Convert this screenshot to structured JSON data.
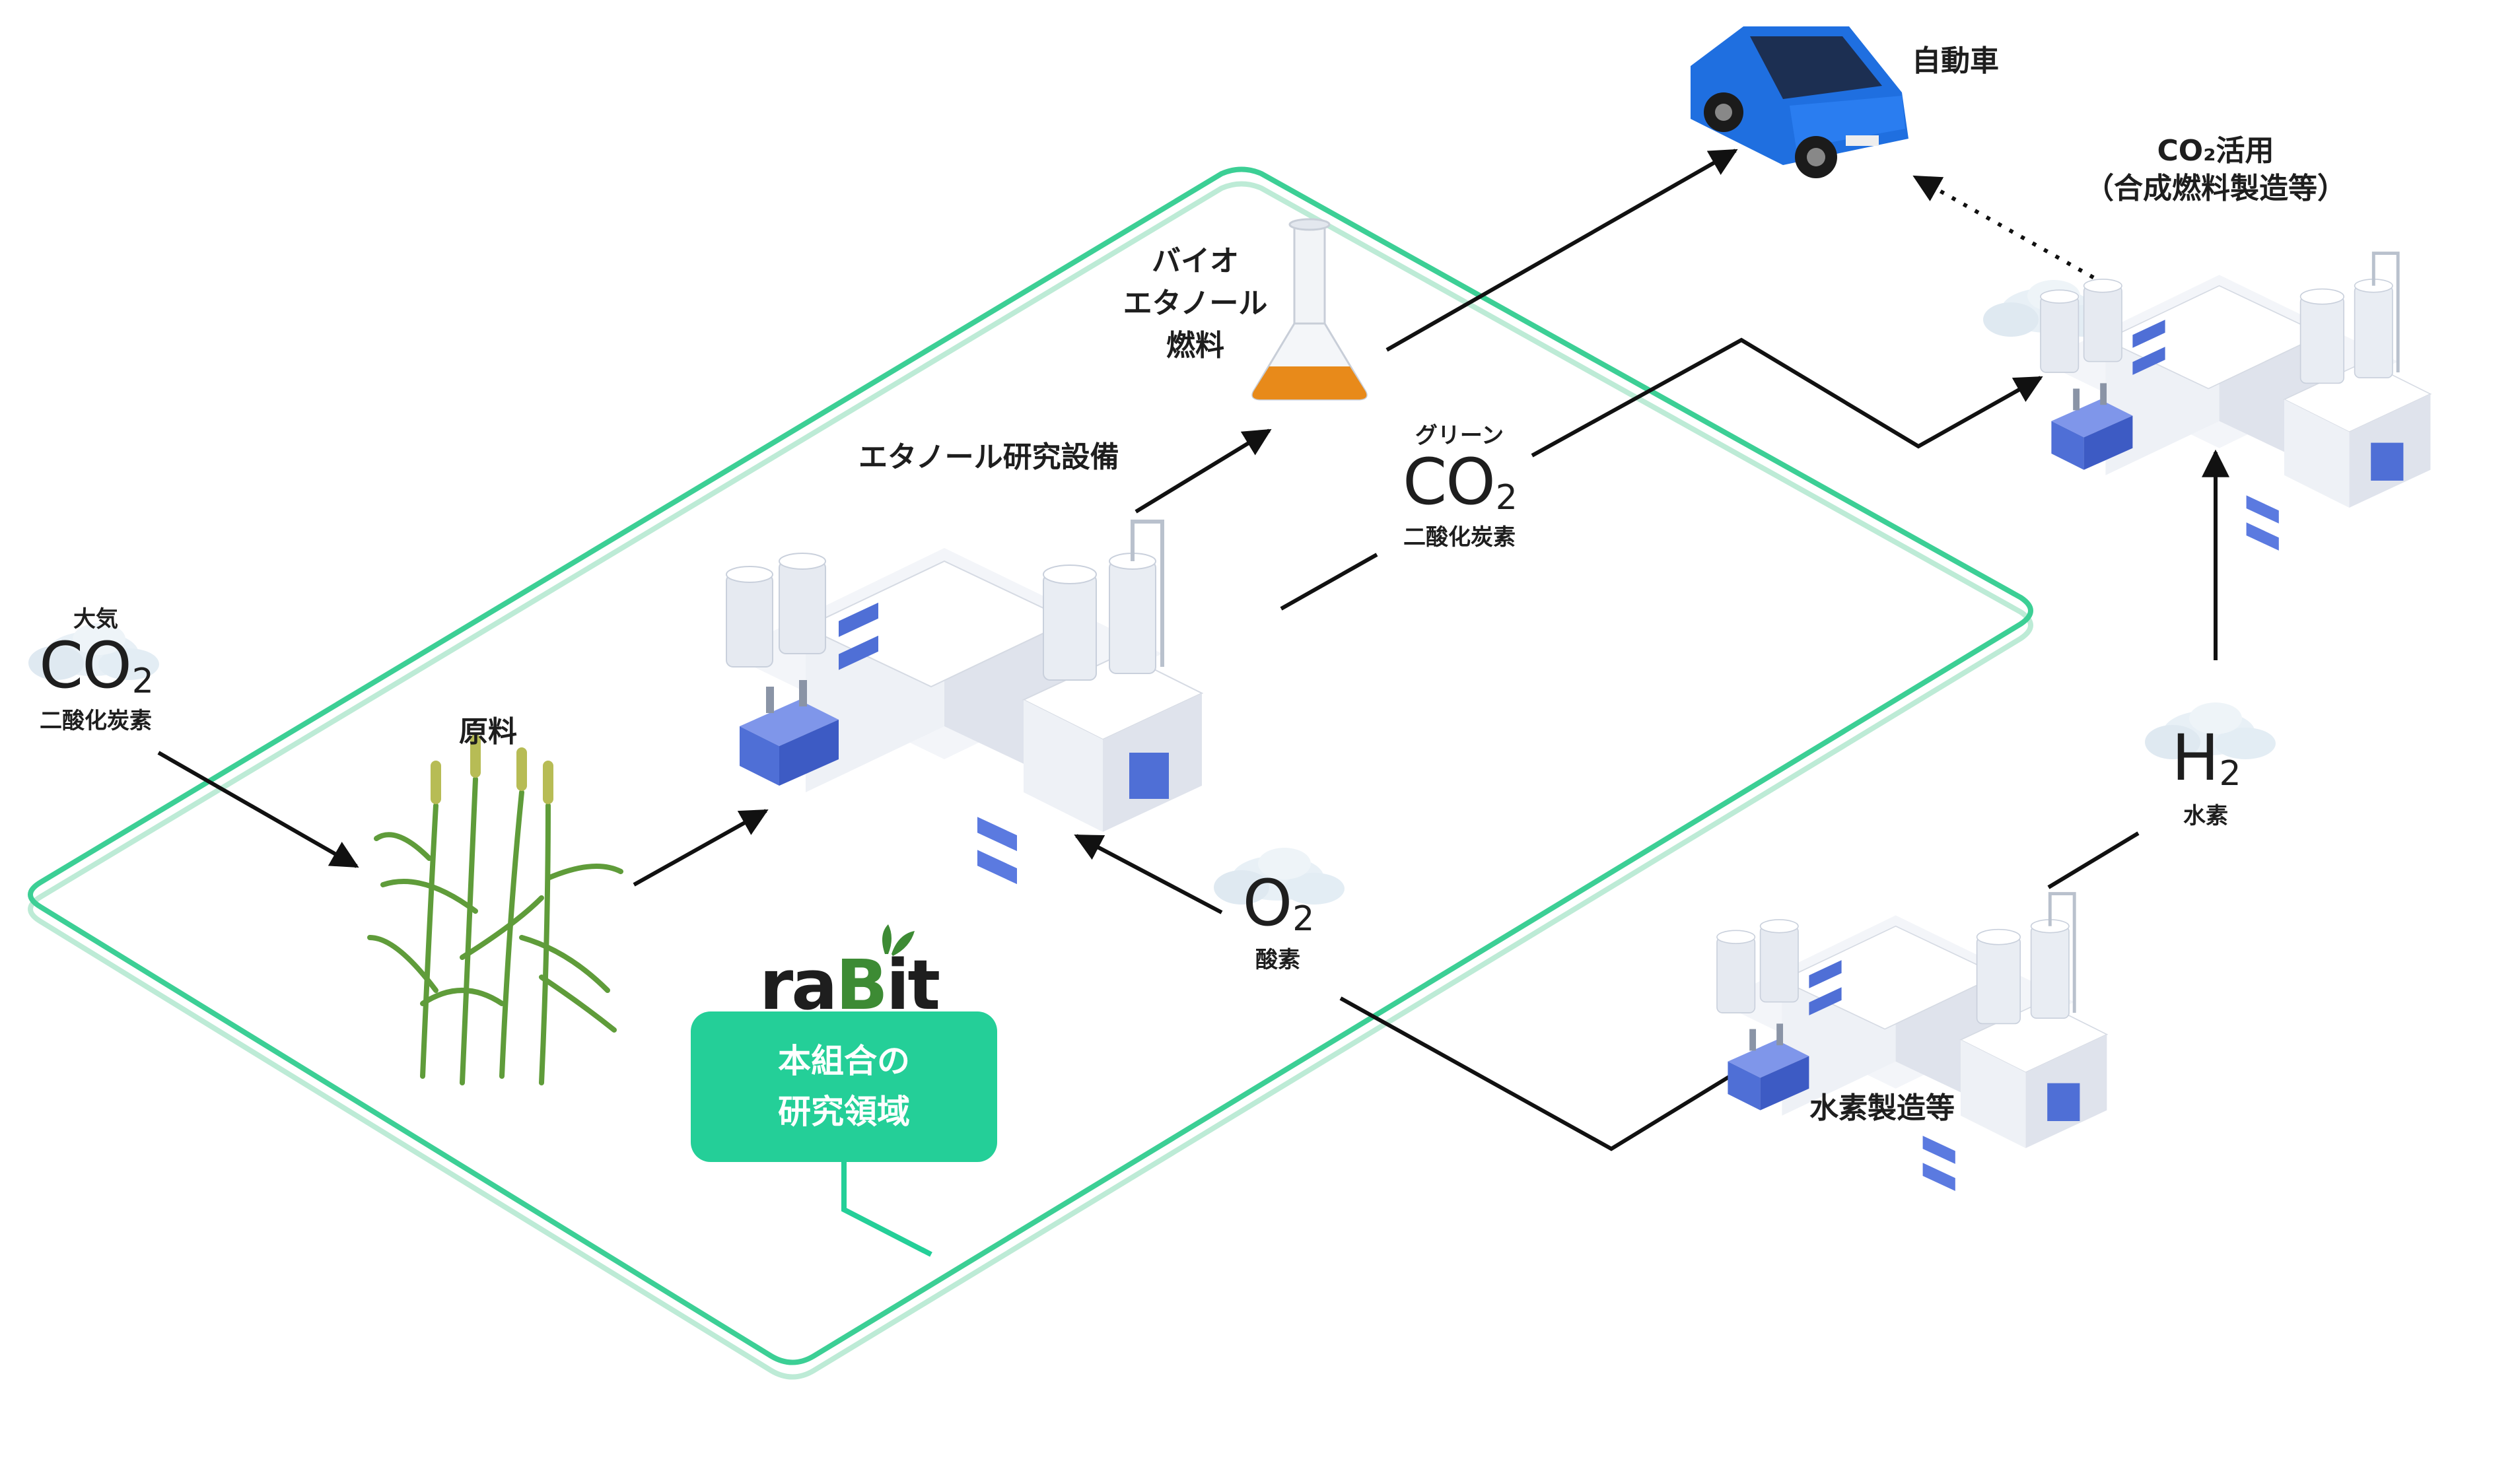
{
  "labels": {
    "car": "自動車",
    "co2_use_line1": "CO₂活用",
    "co2_use_line2": "（合成燃料製造等）",
    "bio_line1": "バイオ",
    "bio_line2": "エタノール",
    "bio_line3": "燃料",
    "ethanol_facility": "エタノール研究設備",
    "green_small": "グリーン",
    "green_co2": "CO",
    "green_co2_sub": "2",
    "green_desc": "二酸化炭素",
    "air_small": "大気",
    "air_co2": "CO",
    "air_co2_sub": "2",
    "air_desc": "二酸化炭素",
    "raw_material": "原料",
    "o2": "O",
    "o2_sub": "2",
    "o2_desc": "酸素",
    "h2": "H",
    "h2_sub": "2",
    "h2_desc": "水素",
    "hydrogen_production": "水素製造等"
  },
  "rabit": {
    "logo_prefix": "ra",
    "logo_b": "B",
    "logo_suffix": "it",
    "box_line1": "本組合の",
    "box_line2": "研究領域"
  },
  "colors": {
    "accent_green": "#24cf98",
    "outline_green": "#3ccf95",
    "car_blue": "#1f6fe0",
    "ethanol_orange": "#e88a1a",
    "plant_green": "#5f9c3a",
    "building_blue": "#4f6fd6"
  }
}
